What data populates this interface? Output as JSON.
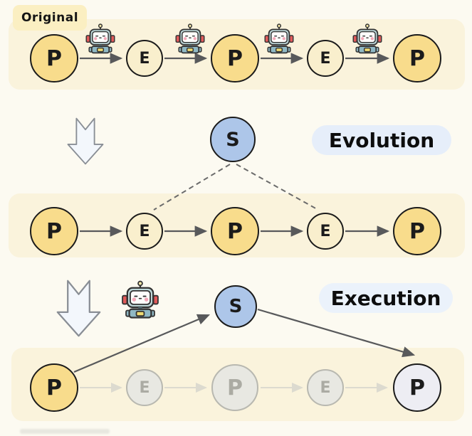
{
  "figure": {
    "badge": {
      "label": "Original"
    },
    "stages": {
      "evolution": {
        "label": "Evolution",
        "supervisor": "S"
      },
      "execution": {
        "label": "Execution",
        "supervisor": "S"
      }
    },
    "rows": {
      "original": {
        "nodes": [
          "P",
          "E",
          "P",
          "E",
          "P"
        ]
      },
      "evolution": {
        "nodes": [
          "P",
          "E",
          "P",
          "E",
          "P"
        ]
      },
      "execution": {
        "nodes": [
          "P",
          "E",
          "P",
          "E",
          "P"
        ],
        "faded_indices": [
          1,
          2,
          3
        ]
      }
    },
    "icons": {
      "robot": "robot-icon",
      "down_arrow": "down-arrow-icon"
    },
    "colors": {
      "p_node": "#F8DC8C",
      "e_node": "#F9EFCD",
      "s_node": "#ADC6E9",
      "faded_node": "#E8E8E2",
      "final_p_node": "#EDEDF3",
      "panel": "#FAF3DC",
      "page": "#FCFAF1",
      "badge_bg": "#FBEFC2",
      "evolution_pill_bg": "#E6EEFA",
      "execution_pill_bg": "#EBF2FB",
      "arrow": "#58595B"
    }
  }
}
